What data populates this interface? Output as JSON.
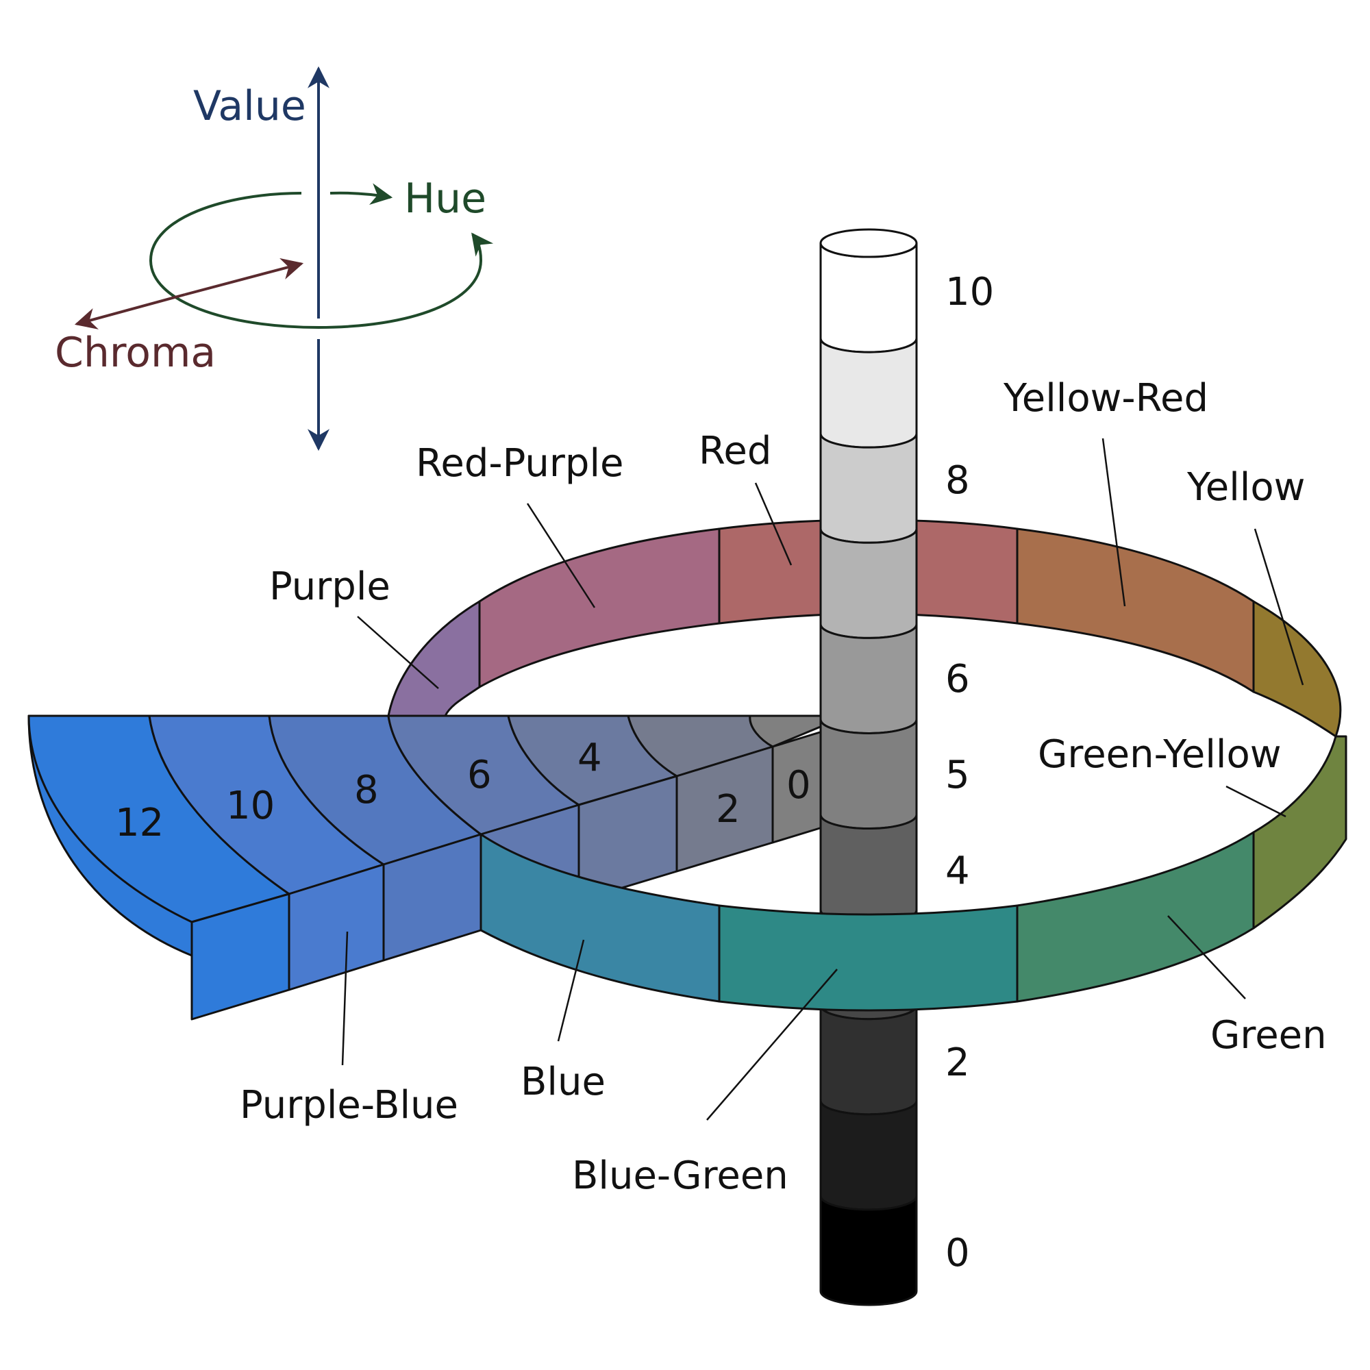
{
  "axes": {
    "value_label": "Value",
    "hue_label": "Hue",
    "chroma_label": "Chroma",
    "value_color": "#1f3864",
    "hue_color": "#1f4a2a",
    "chroma_color": "#5a2a2e"
  },
  "value_scale": {
    "ticks": [
      "10",
      "8",
      "6",
      "5",
      "4",
      "2",
      "0"
    ],
    "levels": [
      {
        "value": 10,
        "color": "#ffffff"
      },
      {
        "value": 9,
        "color": "#e8e8e8"
      },
      {
        "value": 8,
        "color": "#cccccc"
      },
      {
        "value": 7,
        "color": "#b3b3b3"
      },
      {
        "value": 6,
        "color": "#999999"
      },
      {
        "value": 5,
        "color": "#808080"
      },
      {
        "value": 4,
        "color": "#606060"
      },
      {
        "value": 3,
        "color": "#474747"
      },
      {
        "value": 2,
        "color": "#303030"
      },
      {
        "value": 1,
        "color": "#1c1c1c"
      },
      {
        "value": 0,
        "color": "#000000"
      }
    ]
  },
  "hues": [
    {
      "name": "Red",
      "color": "#ad6868"
    },
    {
      "name": "Yellow-Red",
      "color": "#a86f4c"
    },
    {
      "name": "Yellow",
      "color": "#93792f"
    },
    {
      "name": "Green-Yellow",
      "color": "#6f8440"
    },
    {
      "name": "Green",
      "color": "#44896a"
    },
    {
      "name": "Blue-Green",
      "color": "#2e8986"
    },
    {
      "name": "Blue",
      "color": "#3a86a4"
    },
    {
      "name": "Purple-Blue",
      "color": "#5a78bd"
    },
    {
      "name": "Purple",
      "color": "#8a70a0"
    },
    {
      "name": "Red-Purple",
      "color": "#a56983"
    }
  ],
  "chroma_scale": {
    "ticks": [
      "0",
      "2",
      "4",
      "6",
      "8",
      "10",
      "12"
    ],
    "colors": [
      "#808080",
      "#757b8e",
      "#6b7aa0",
      "#6179b0",
      "#5378bf",
      "#4a7bcf",
      "#2f7bda"
    ]
  }
}
